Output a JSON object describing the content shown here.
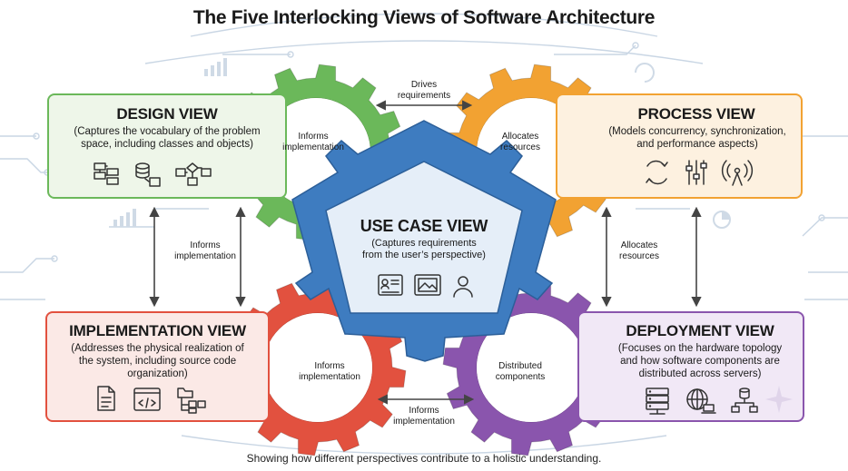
{
  "title": "The Five Interlocking Views of Software Architecture",
  "caption": "Showing how different perspectives contribute to a holistic understanding.",
  "colors": {
    "design": "#6bb85a",
    "process": "#f2a232",
    "implementation": "#e2513f",
    "deployment": "#8a55ad",
    "usecase": "#3e7cc0"
  },
  "views": {
    "design": {
      "heading": "DESIGN VIEW",
      "desc_lines": [
        "(Captures the vocabulary of the problem",
        "space, including classes and objects)"
      ],
      "icons": [
        "class-diagram-icon",
        "database-cube-icon",
        "flowchart-icon"
      ]
    },
    "process": {
      "heading": "PROCESS VIEW",
      "desc_lines": [
        "(Models concurrency, synchronization,",
        "and performance aspects)"
      ],
      "icons": [
        "sync-arrows-icon",
        "sliders-icon",
        "signal-tower-icon"
      ]
    },
    "implementation": {
      "heading": "IMPLEMENTATION VIEW",
      "desc_lines": [
        "(Addresses the physical realization of",
        "the system, including source code",
        "organization)"
      ],
      "icons": [
        "document-icon",
        "code-window-icon",
        "folder-tree-icon"
      ]
    },
    "deployment": {
      "heading": "DEPLOYMENT VIEW",
      "desc_lines": [
        "(Focuses on the hardware topology",
        "and how software components are",
        "distributed across servers)"
      ],
      "icons": [
        "server-rack-icon",
        "globe-laptop-icon",
        "network-nodes-icon"
      ]
    },
    "usecase": {
      "heading": "USE CASE VIEW",
      "desc_lines": [
        "(Captures requirements",
        "from the user’s perspective)"
      ],
      "icons": [
        "user-story-icon",
        "image-frame-icon",
        "user-icon"
      ]
    }
  },
  "labels": {
    "drives": [
      "Drives",
      "requirements"
    ],
    "gear_design": [
      "Informs",
      "implementation"
    ],
    "gear_process": [
      "Allocates",
      "resources"
    ],
    "gear_impl": [
      "Informs",
      "implementation"
    ],
    "gear_deploy": [
      "Distributed",
      "components"
    ],
    "left_arrow": [
      "Informs",
      "implementation"
    ],
    "right_arrow": [
      "Allocates",
      "resources"
    ],
    "bottom_arrow": [
      "Informs",
      "implementation"
    ]
  }
}
